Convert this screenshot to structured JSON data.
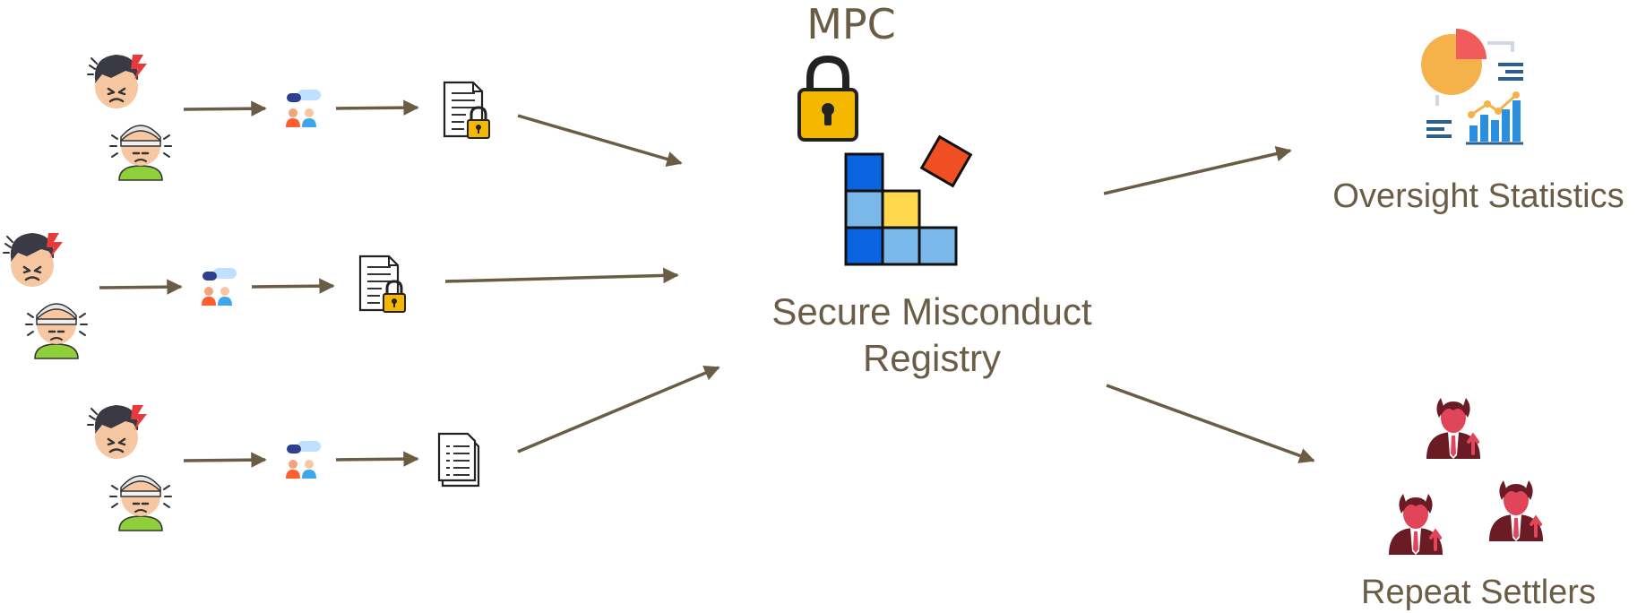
{
  "labels": {
    "mpc": "MPC",
    "registry_line1": "Secure Misconduct",
    "registry_line2": "Registry",
    "oversight": "Oversight Statistics",
    "settlers": "Repeat Settlers"
  },
  "groups": [
    {
      "id": "group-1",
      "document": "locked-document-icon"
    },
    {
      "id": "group-2",
      "document": "locked-document-icon"
    },
    {
      "id": "group-3",
      "document": "document-icon"
    }
  ],
  "icons": {
    "victim_a": "pained-face-icon",
    "victim_b": "injured-person-icon",
    "discussion": "people-discussion-icon",
    "lock": "padlock-icon",
    "registry": "stacked-blocks-icon",
    "stats": "statistics-dashboard-icon",
    "settler": "devil-businessman-icon"
  },
  "colors": {
    "arrow": "#6b5d45",
    "text": "#6b5d45",
    "lock_gold": "#f5b800",
    "block_dark_blue": "#0a63e0",
    "block_light_blue": "#7bb8ea",
    "block_yellow": "#ffd84d",
    "block_red": "#f04e23",
    "devil_red": "#e0455a"
  }
}
